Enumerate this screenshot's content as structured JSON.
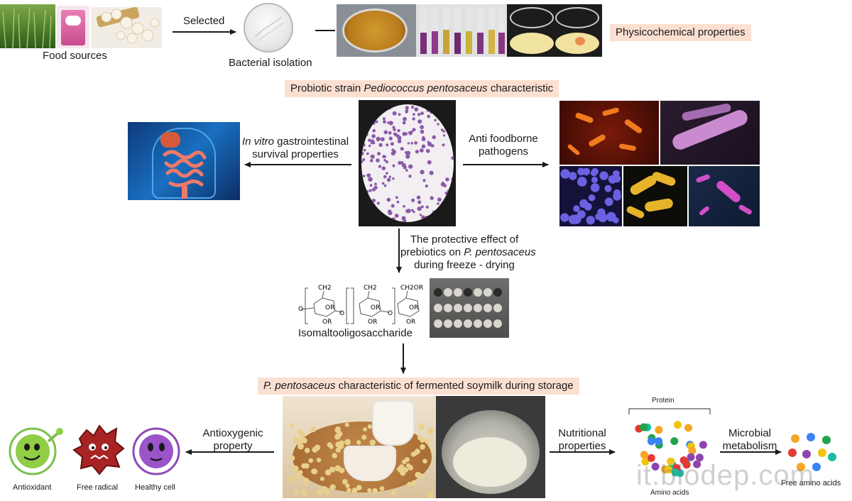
{
  "labels": {
    "food_sources": "Food sources",
    "selected": "Selected",
    "bacterial_isolation": "Bacterial isolation",
    "physicochemical": "Physicochemical properties",
    "strain_prefix": "Probiotic strain ",
    "strain_name": "Pediococcus pentosaceus",
    "strain_suffix": " characteristic",
    "invitro_em": "In vitro",
    "invitro_rest": " gastrointestinal",
    "invitro_line2": "survival properties",
    "anti_line1": "Anti foodborne",
    "anti_line2": "pathogens",
    "protective_line1": "The protective effect of",
    "protective_line2a": "prebiotics on ",
    "protective_line2b": "P. pentosaceus",
    "protective_line3": "during freeze - drying",
    "isomalto": "Isomaltooligosaccharide",
    "soymilk_em": "P. pentosaceus",
    "soymilk_rest": " characteristic of fermented soymilk during storage",
    "antioxygenic_line1": "Antioxygenic",
    "antioxygenic_line2": "property",
    "nutritional_line1": "Nutritional",
    "nutritional_line2": "properties",
    "microbial_line1": "Microbial",
    "microbial_line2": "metabolism",
    "protein": "Protein",
    "amino_acids": "Amino acids",
    "free_amino_acids": "Free amino acids",
    "antioxidant": "Antioxidant",
    "free_radical": "Free radical",
    "healthy_cell": "Healthy cell",
    "chem_ch2_1": "CH2",
    "chem_ch2_2": "CH2",
    "chem_ch2or": "CH2OR",
    "chem_or": "OR",
    "chem_o": "O"
  },
  "watermark": "it.biodep.com",
  "colors": {
    "highlight": "#fbe0d2",
    "arrow": "#1a1a1a",
    "stain": "#8a5aa8"
  },
  "icons": [
    "grass-photo",
    "milk-pack-photo",
    "rice-balls-photo",
    "petri-dish-icon",
    "microscope-stain-photo",
    "intestine-photo",
    "bacteria-photos",
    "soymilk-photo",
    "antioxidant-icon",
    "free-radical-icon",
    "healthy-cell-icon",
    "amino-dots-icon"
  ]
}
